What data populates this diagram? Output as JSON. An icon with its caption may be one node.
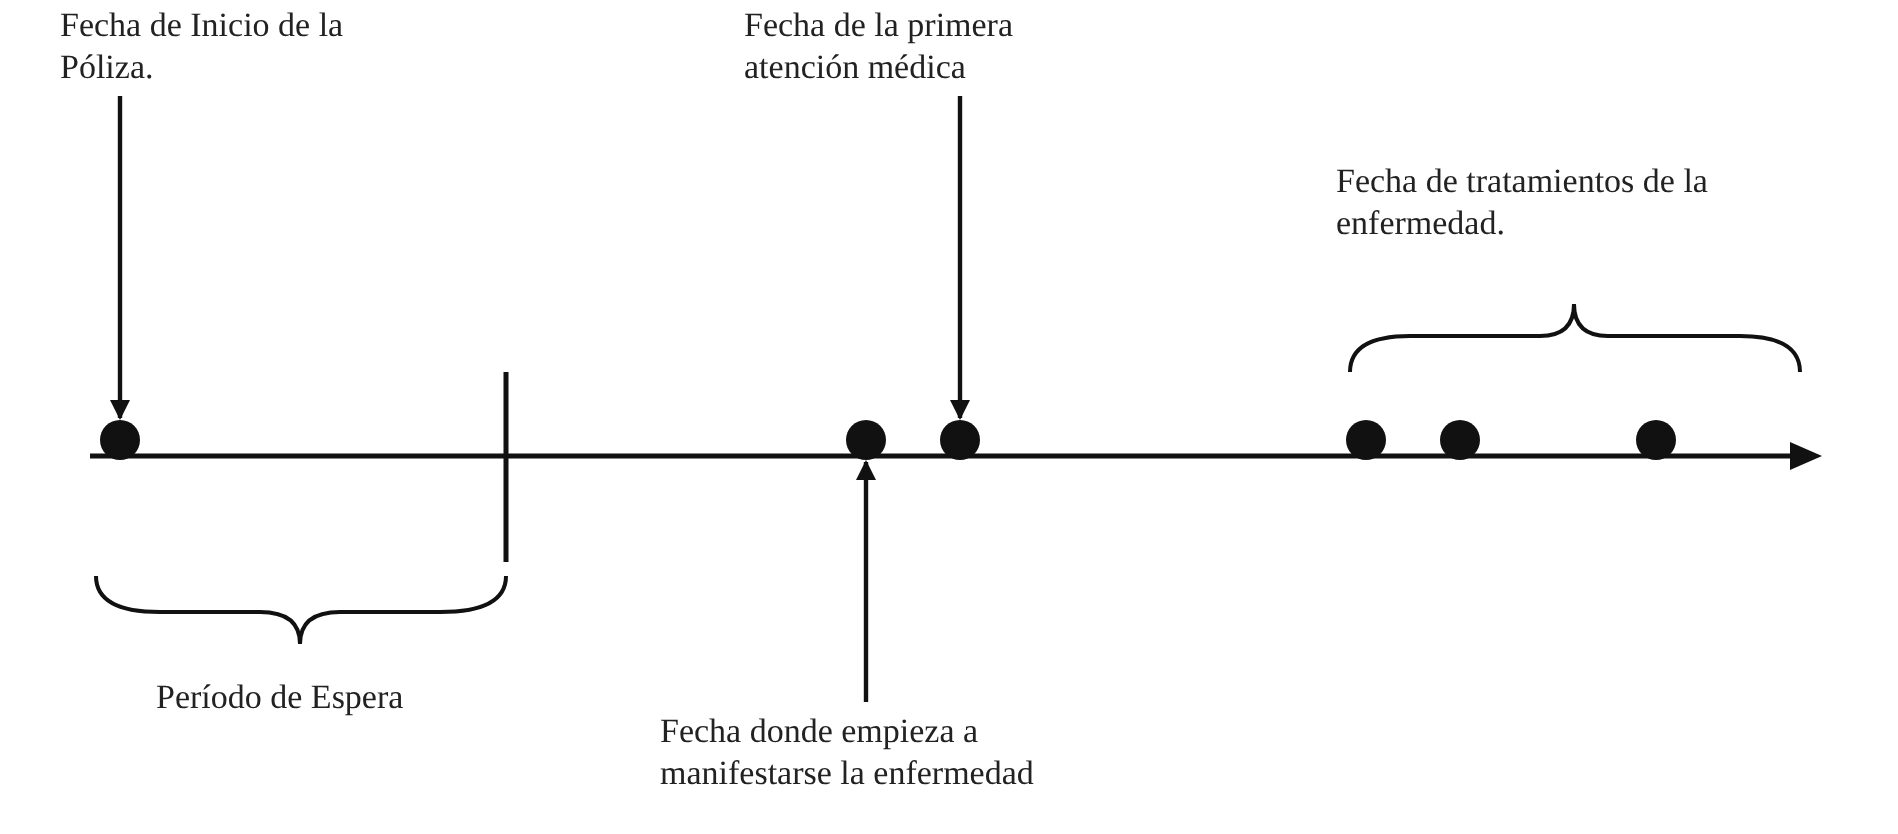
{
  "diagram": {
    "nodes": [
      {
        "text": [
          "Fecha de Inicio de la Póliza."
        ]
      },
      {
        "text": [
          "Fecha de la primera atención médica"
        ]
      },
      {
        "text": [],
        "shape": "circle"
      },
      {
        "text": [],
        "shape": "circle"
      },
      {
        "text": [],
        "shape": "circle"
      },
      {
        "text": [],
        "shape": "circle"
      },
      {
        "text": [],
        "shape": "circle"
      },
      {
        "text": [],
        "shape": "circle"
      },
      {
        "text": [
          "Fecha donde empieza a manifestarse la enfermedad"
        ]
      }
    ],
    "edges": [
      {
        "from": 0,
        "to": 2,
        "arrow": "to"
      },
      {
        "from": 1,
        "to": 4,
        "arrow": "to"
      },
      {
        "from": 8,
        "to": 3,
        "arrow": "to"
      }
    ],
    "labels": [
      "Fecha de tratamientos de la enfermedad.",
      "Período de Espera"
    ]
  }
}
